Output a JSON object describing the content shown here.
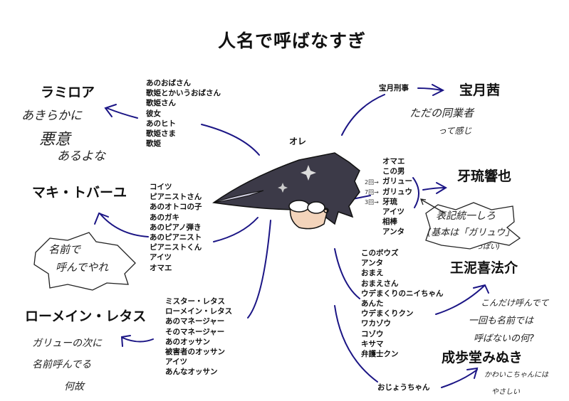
{
  "title": "人名で呼ばなすぎ",
  "center": {
    "label": "オレ"
  },
  "colors": {
    "arrow": "#1b1585",
    "text": "#111111"
  },
  "characters": [
    {
      "name": "ラミロア",
      "nicknames": [
        "あのおばさん",
        "歌姫とかいうおばさん",
        "歌姫さん",
        "彼女",
        "あのヒト",
        "歌姫さま",
        "歌姫"
      ],
      "note": [
        "あきらかに",
        "悪意",
        "あるよな"
      ]
    },
    {
      "name": "マキ・トバーユ",
      "nicknames": [
        "コイツ",
        "ピアニストさん",
        "あのオトコの子",
        "あのガキ",
        "あのピアノ弾き",
        "あのピアニスト",
        "ピアニストくん",
        "アイツ",
        "オマエ"
      ],
      "note": [
        "名前で",
        "呼んでやれ"
      ]
    },
    {
      "name": "ローメイン・レタス",
      "nicknames": [
        "ミスター・レタス",
        "ローメイン・レタス",
        "あのマネージャー",
        "そのマネージャー",
        "あのオッサン",
        "被害者のオッサン",
        "アイツ",
        "あんなオッサン"
      ],
      "note": [
        "ガリューの次に",
        "名前呼んでる",
        "何故"
      ]
    },
    {
      "name": "宝月茜",
      "nicknames": [
        "宝月刑事"
      ],
      "note": [
        "ただの同業者",
        "って感じ"
      ]
    },
    {
      "name": "牙琉響也",
      "nicknames": [
        "オマエ",
        "この男",
        "ガリュー",
        "ガリュウ",
        "牙琉",
        "アイツ",
        "相棒",
        "アンタ"
      ],
      "counts": [
        "2回→",
        "7回→",
        "3回→"
      ],
      "note": [
        "表記統一しろ",
        "(基本は「ガリュウ」",
        "っぽい)"
      ]
    },
    {
      "name": "王泥喜法介",
      "nicknames": [
        "このボウズ",
        "アンタ",
        "おまえ",
        "おまえさん",
        "ウデまくりのニイちゃん",
        "あんた",
        "ウデまくりクン",
        "ワカゾウ",
        "コゾウ",
        "キサマ",
        "弁護士クン"
      ],
      "note": [
        "こんだけ呼んでて",
        "一回も名前では",
        "呼ばないの何?"
      ]
    },
    {
      "name": "成歩堂みぬき",
      "nicknames": [
        "おじょうちゃん"
      ],
      "note": [
        "かわいこちゃんには",
        "やさしい"
      ]
    }
  ]
}
